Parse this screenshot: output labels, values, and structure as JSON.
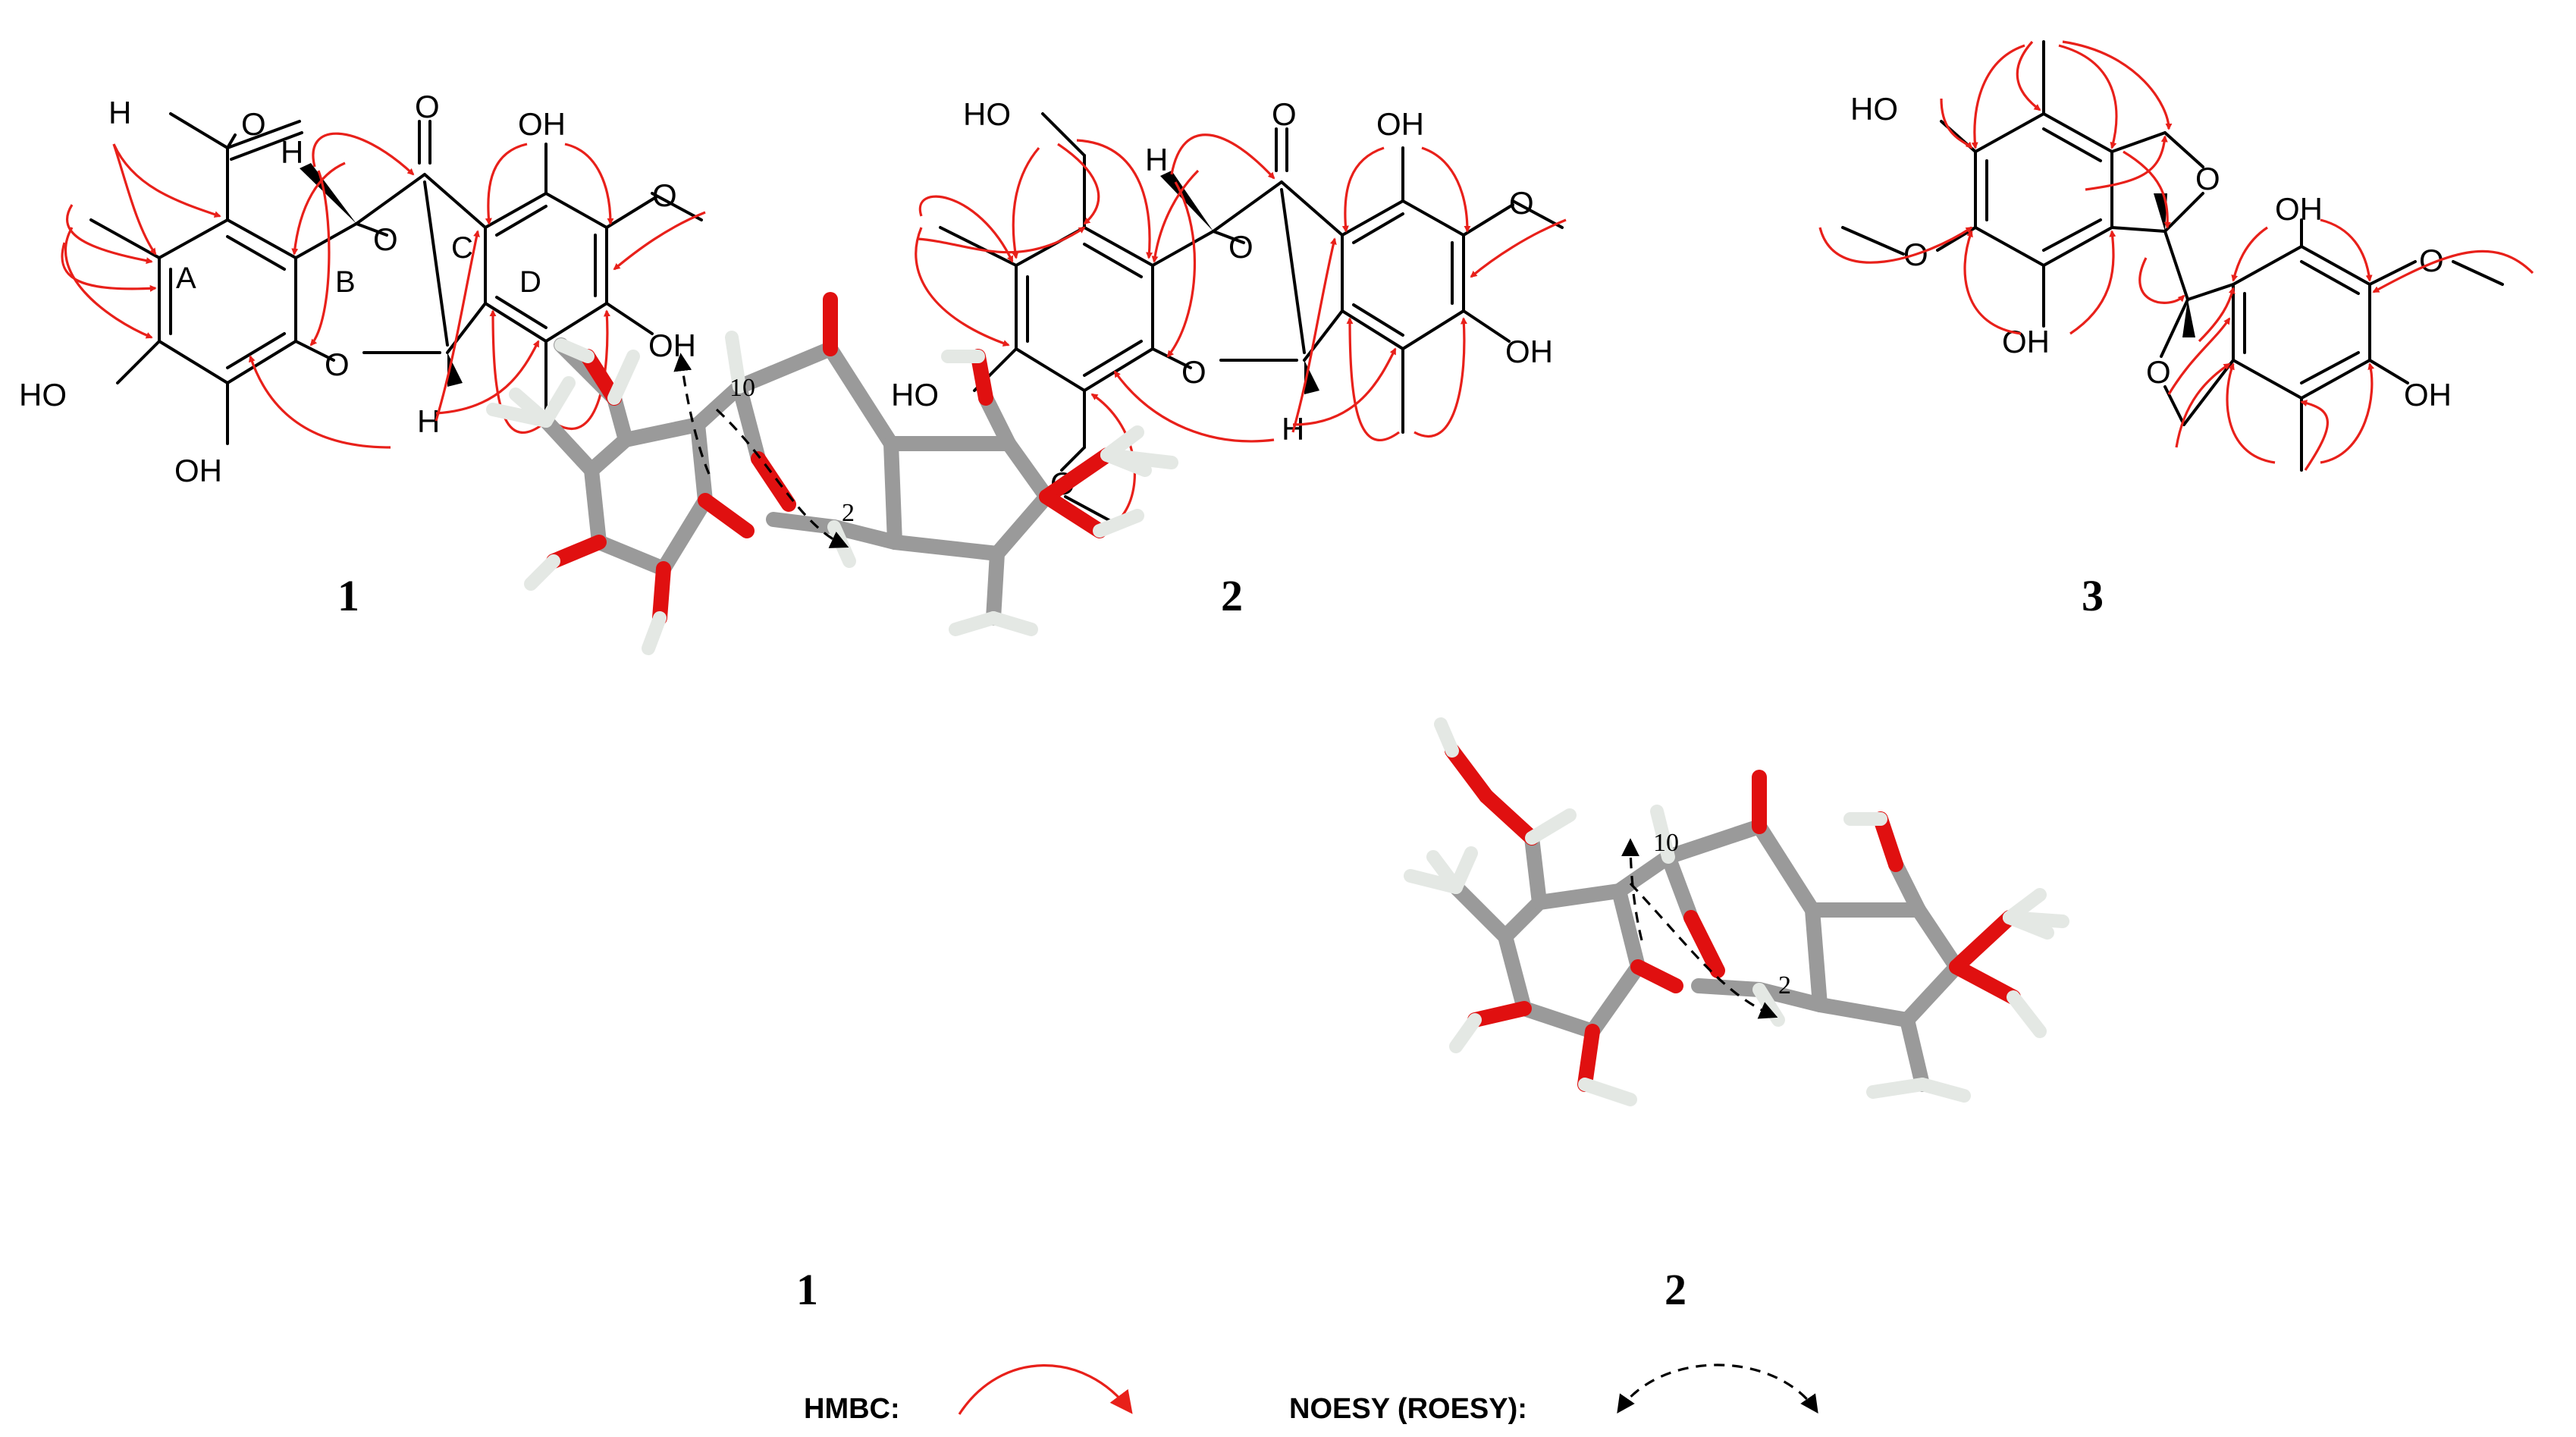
{
  "structures": [
    {
      "id": "1",
      "atoms": {
        "aldehyde_H": "H",
        "aldehyde_O": "O",
        "ketone_O": "O",
        "H_top": "H",
        "H_bottom": "H",
        "bridge_O": "O",
        "ring_O": "O",
        "OH_top_right": "OH",
        "OCH3_O": "O",
        "OH_right": "OH",
        "OH_left": "HO",
        "OH_bottom": "OH"
      },
      "rings": [
        "A",
        "B",
        "C",
        "D"
      ]
    },
    {
      "id": "2",
      "atoms": {
        "hydroxymethyl": "HO",
        "ketone_O": "O",
        "H_top": "H",
        "H_bottom": "H",
        "bridge_O": "O",
        "ring_O": "O",
        "OH_top_right": "OH",
        "OCH3_O": "O",
        "OH_right": "OH",
        "OH_left": "HO",
        "OCH3_bottom_O": "O"
      }
    },
    {
      "id": "3",
      "atoms": {
        "OH_top_left": "HO",
        "OCH3_left_O": "O",
        "OH_left_bottom": "OH",
        "furan_O_top": "O",
        "furan_O_bottom": "O",
        "OH_right_top": "OH",
        "OCH3_right_O": "O",
        "OH_right": "OH"
      }
    }
  ],
  "models": [
    {
      "id": "1",
      "labels": [
        "10",
        "2"
      ]
    },
    {
      "id": "2",
      "labels": [
        "10",
        "2"
      ]
    }
  ],
  "legend": {
    "hmbc": "HMBC:",
    "noesy": "NOESY (ROESY):"
  },
  "colors": {
    "hmbc": "#e8201a",
    "bond": "#000000",
    "carbon": "#9a9a9a",
    "oxygen": "#e01010",
    "hydrogen": "#e4e8e4"
  }
}
